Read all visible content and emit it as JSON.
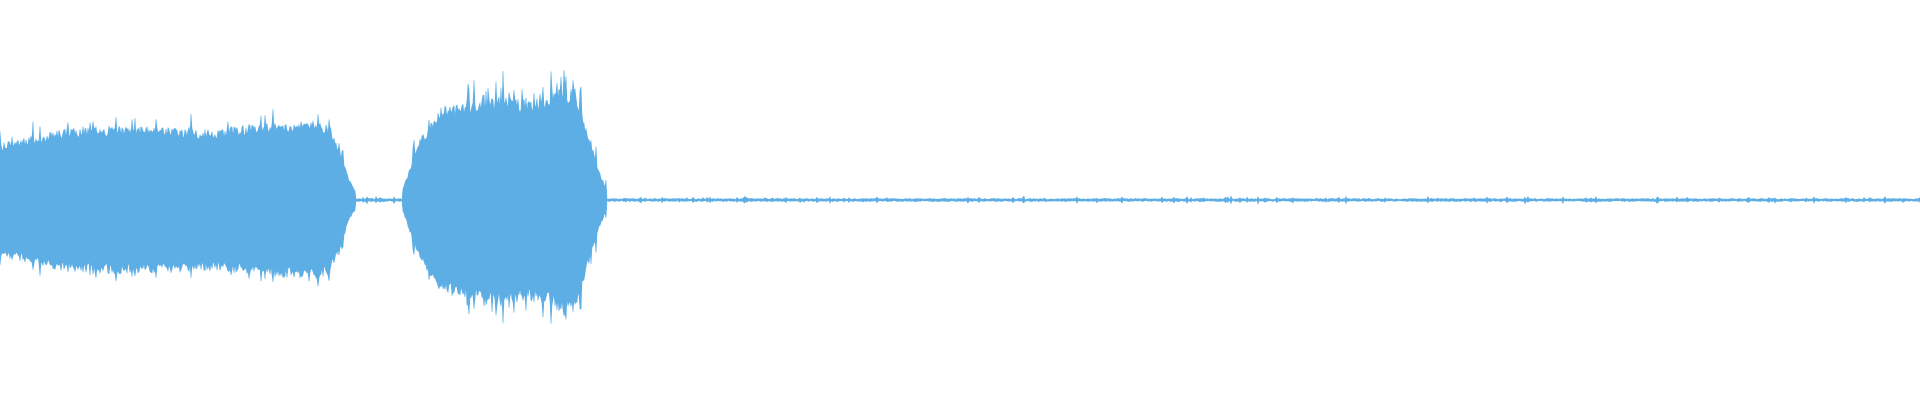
{
  "waveform": {
    "color": "#5daee5",
    "background": "#ffffff",
    "envelope": [
      {
        "t": 0.0,
        "amp": 0.29
      },
      {
        "t": 0.01,
        "amp": 0.31
      },
      {
        "t": 0.03,
        "amp": 0.36
      },
      {
        "t": 0.06,
        "amp": 0.38
      },
      {
        "t": 0.09,
        "amp": 0.37
      },
      {
        "t": 0.11,
        "amp": 0.36
      },
      {
        "t": 0.14,
        "amp": 0.39
      },
      {
        "t": 0.165,
        "amp": 0.41
      },
      {
        "t": 0.172,
        "amp": 0.38
      },
      {
        "t": 0.177,
        "amp": 0.25
      },
      {
        "t": 0.182,
        "amp": 0.1
      },
      {
        "t": 0.188,
        "amp": 0.003
      },
      {
        "t": 0.208,
        "amp": 0.003
      },
      {
        "t": 0.212,
        "amp": 0.12
      },
      {
        "t": 0.218,
        "amp": 0.3
      },
      {
        "t": 0.23,
        "amp": 0.48
      },
      {
        "t": 0.25,
        "amp": 0.51
      },
      {
        "t": 0.262,
        "amp": 0.53
      },
      {
        "t": 0.275,
        "amp": 0.51
      },
      {
        "t": 0.29,
        "amp": 0.55
      },
      {
        "t": 0.3,
        "amp": 0.57
      },
      {
        "t": 0.306,
        "amp": 0.35
      },
      {
        "t": 0.312,
        "amp": 0.15
      },
      {
        "t": 0.318,
        "amp": 0.004
      },
      {
        "t": 1.0,
        "amp": 0.006
      }
    ],
    "noise_floor": 0.006
  }
}
